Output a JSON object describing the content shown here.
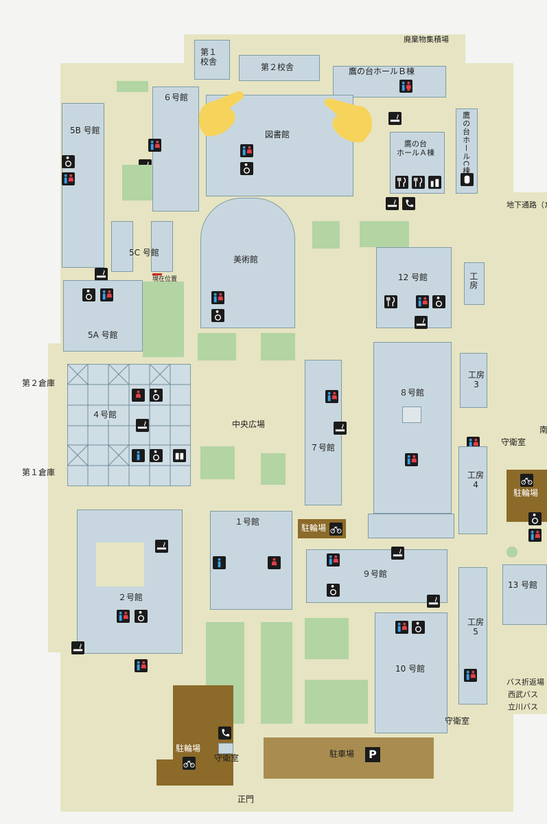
{
  "map": {
    "top_labels": {
      "waste": "廃棄物集積場",
      "school1": "第１\n校舎",
      "school2": "第２校舎",
      "hall_b": "鷹の台ホールＢ棟",
      "hall_c": "鷹の台ホールC棟",
      "hall_a": "鷹の台\nホールＡ棟",
      "underpass": "地下通路（た"
    },
    "buildings": {
      "b6": "６号館",
      "b5b": "5B 号館",
      "library": "図書館",
      "b5c": "5C 号館",
      "here": "現在位置",
      "museum": "美術館",
      "b5a": "5A 号館",
      "b12": "12 号館",
      "workshop1": "工房",
      "workshop3": "工房\n3",
      "workshop4": "工房\n4",
      "workshop5": "工房\n5",
      "b8": "８号館",
      "warehouse2": "第２倉庫",
      "b4": "４号館",
      "plaza": "中央広場",
      "b7": "７号館",
      "warehouse1": "第１倉庫",
      "guard_east": "守衛室",
      "south_side": "南",
      "bike_east": "駐輪場",
      "b1": "１号館",
      "bike_center": "駐輪場",
      "b2": "２号館",
      "b9": "９号館",
      "b13": "13 号館",
      "b10": "10 号館",
      "bus_turn": "バス折返場",
      "seibu_bus": "西武バス",
      "tachikawa_bus": "立川バス",
      "guard_se": "守衛室",
      "bike_west": "駐輪場",
      "guard_main": "守衛室",
      "parking": "駐車場",
      "parking_sign": "P",
      "main_gate": "正門"
    },
    "colors": {
      "ground": "#e6e4c2",
      "building": "#c8d7df",
      "green": "#b3d4a3",
      "bike_parking": "#8c6a2a",
      "car_parking": "#a98c50",
      "pointer_hands": "#f6d35a",
      "icon_bg": "#1b1b1b",
      "male": "#3aa0e6",
      "female": "#e6404a"
    }
  }
}
